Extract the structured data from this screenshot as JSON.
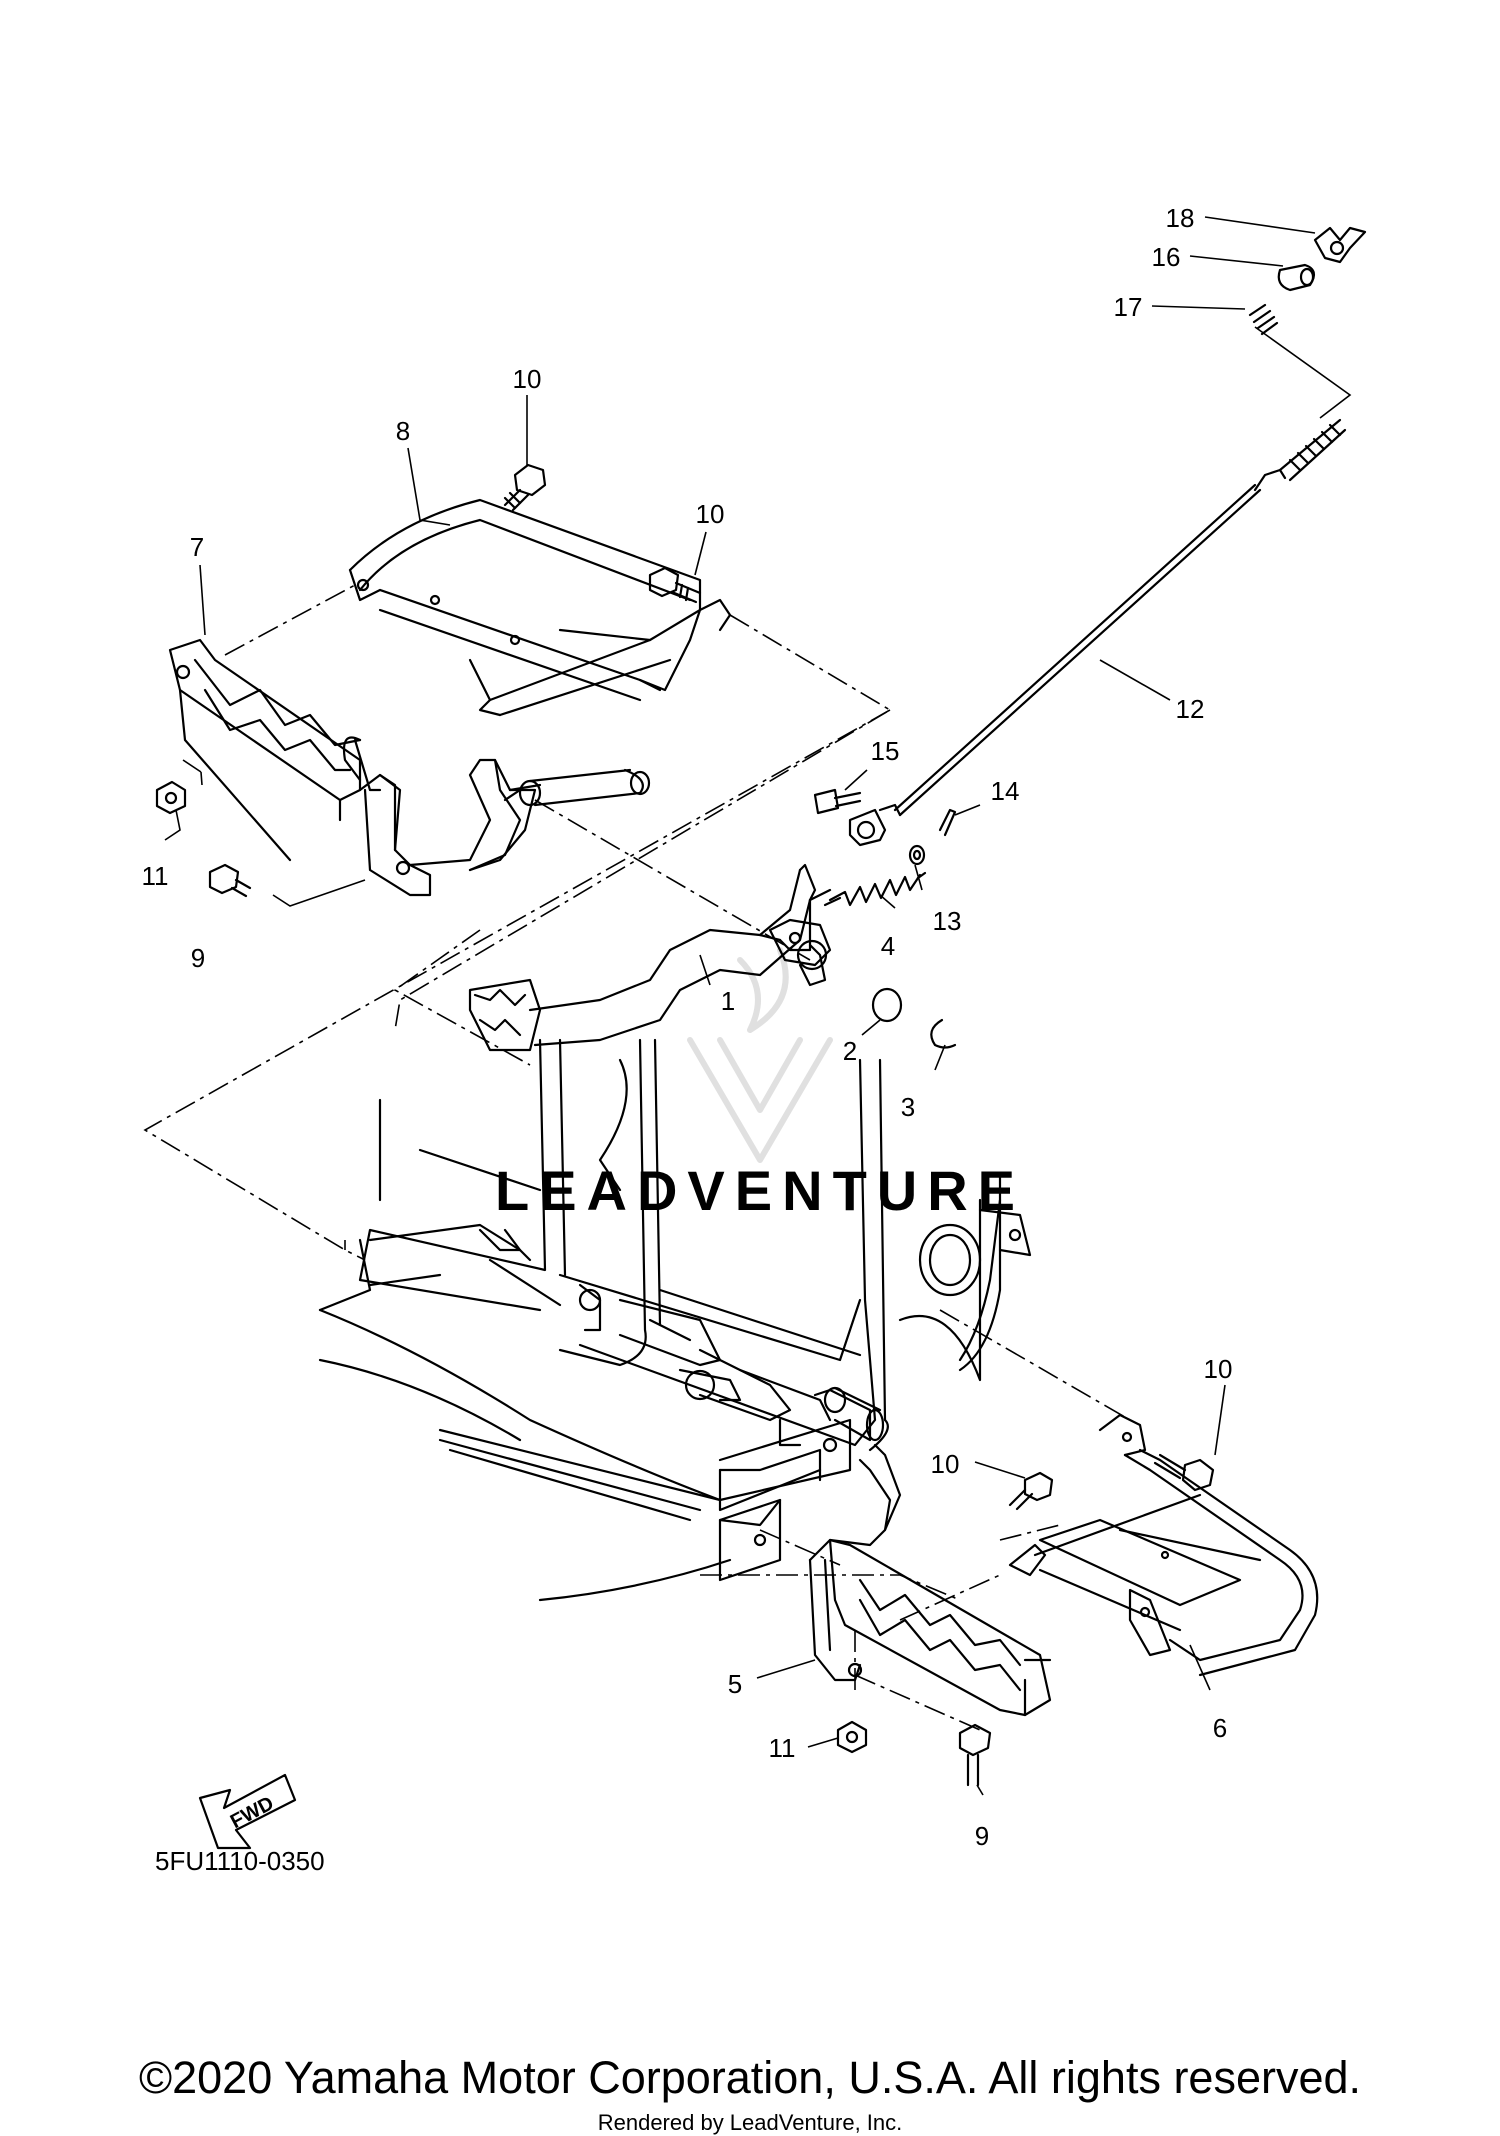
{
  "diagram": {
    "callouts": {
      "c1": "1",
      "c2": "2",
      "c3": "3",
      "c4": "4",
      "c5": "5",
      "c6": "6",
      "c7": "7",
      "c8": "8",
      "c9a": "9",
      "c9b": "9",
      "c10a": "10",
      "c10b": "10",
      "c10c": "10",
      "c10d": "10",
      "c11a": "11",
      "c11b": "11",
      "c12": "12",
      "c13": "13",
      "c14": "14",
      "c15": "15",
      "c16": "16",
      "c17": "17",
      "c18": "18"
    },
    "direction_label": "FWD",
    "part_code": "5FU1110-0350",
    "watermark_text": "LEADVENTURE"
  },
  "footer": {
    "copyright": "©2020 Yamaha Motor Corporation, U.S.A. All rights reserved.",
    "rendered_by": "Rendered by LeadVenture, Inc."
  },
  "colors": {
    "line": "#000000",
    "background": "#ffffff",
    "watermark": "#e6e6e6"
  }
}
